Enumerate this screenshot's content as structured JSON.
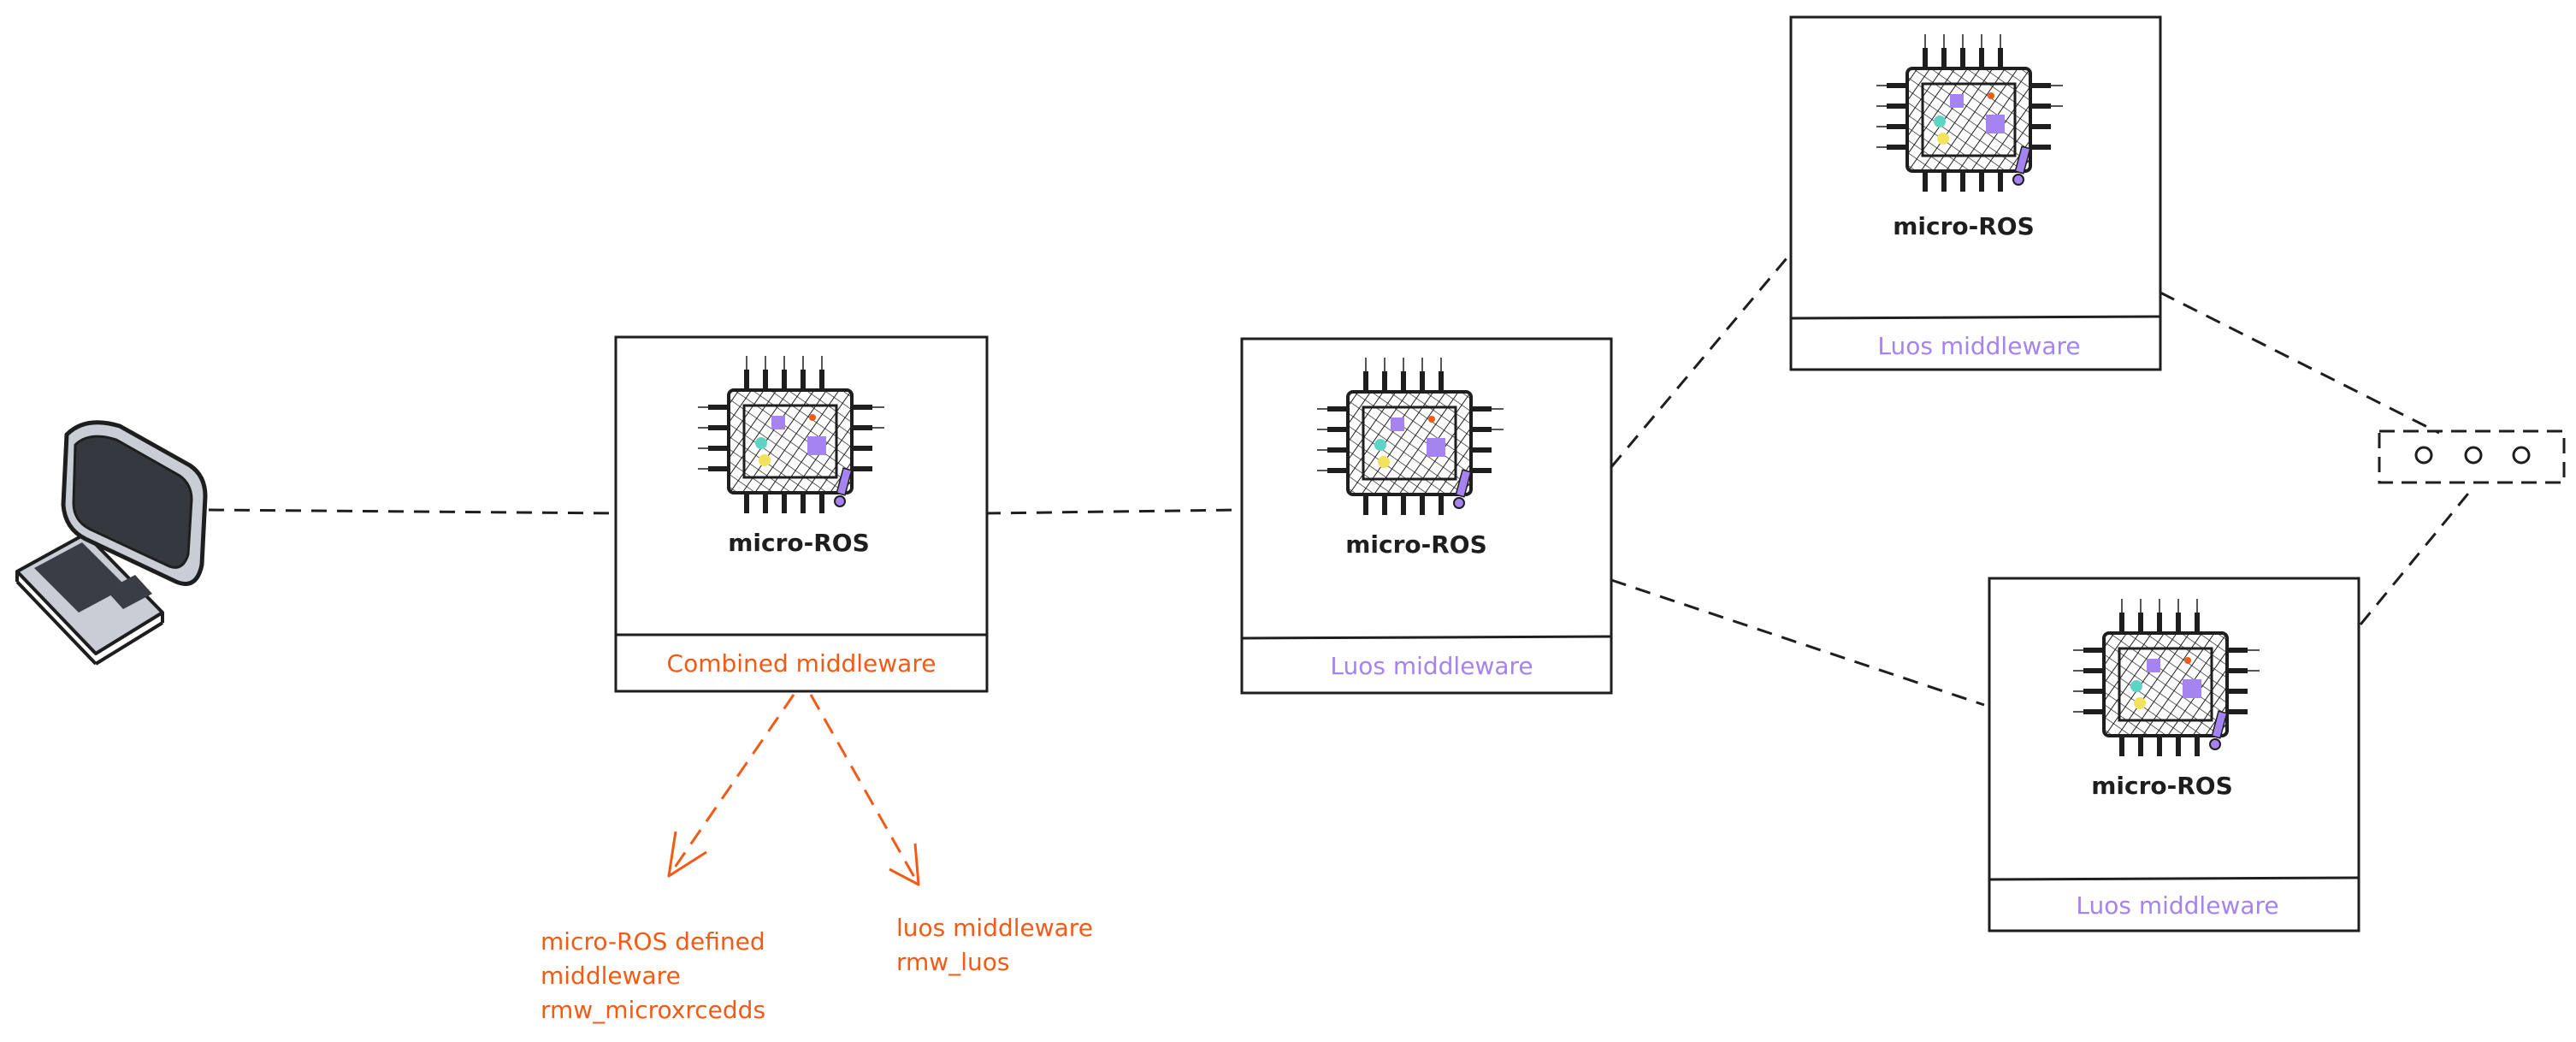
{
  "colors": {
    "stroke": "#1e1e1e",
    "accent_orange": "#f25b16",
    "accent_purple": "#a583f0",
    "chip_purple": "#a583f0",
    "chip_teal": "#5fd3c4",
    "chip_yellow": "#f3e25c",
    "chip_red": "#f25b16"
  },
  "nodes": [
    {
      "id": "combined",
      "chip_label": "micro-ROS",
      "middleware_label": "Combined middleware",
      "middleware_color": "orange"
    },
    {
      "id": "luos-1",
      "chip_label": "micro-ROS",
      "middleware_label": "Luos middleware",
      "middleware_color": "purple"
    },
    {
      "id": "luos-2",
      "chip_label": "micro-ROS",
      "middleware_label": "Luos middleware",
      "middleware_color": "purple"
    },
    {
      "id": "luos-3",
      "chip_label": "micro-ROS",
      "middleware_label": "Luos middleware",
      "middleware_color": "purple"
    }
  ],
  "annotations": {
    "left": [
      "micro-ROS defined",
      "middleware",
      "rmw_microxrcedds"
    ],
    "right": [
      "luos middleware",
      "rmw_luos"
    ]
  },
  "icons": {
    "computer": "desktop-computer-icon",
    "chip": "microcontroller-chip-icon",
    "more": "ellipsis-icon"
  }
}
